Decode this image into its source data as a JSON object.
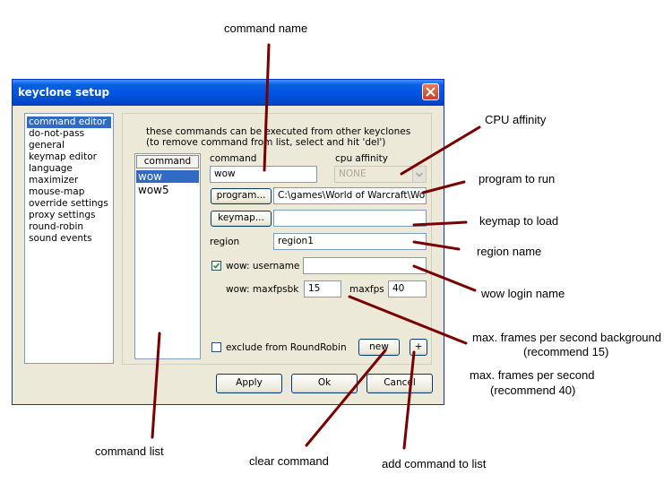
{
  "window": {
    "title": "keyclone setup"
  },
  "nav": {
    "items": [
      {
        "label": "command editor",
        "selected": true
      },
      {
        "label": "do-not-pass"
      },
      {
        "label": "general"
      },
      {
        "label": "keymap editor"
      },
      {
        "label": "language"
      },
      {
        "label": "maximizer"
      },
      {
        "label": "mouse-map"
      },
      {
        "label": "override settings"
      },
      {
        "label": "proxy settings"
      },
      {
        "label": "round-robin"
      },
      {
        "label": "sound events"
      }
    ]
  },
  "editor": {
    "info_line1": "these commands can be executed from other keyclones",
    "info_line2": "(to remove command from list, select and hit 'del')",
    "list_header": "command",
    "commands": [
      {
        "label": "wow",
        "selected": true
      },
      {
        "label": "wow5"
      }
    ],
    "command_label": "command",
    "command_value": "wow",
    "cpu_affinity_label": "cpu affinity",
    "cpu_affinity_value": "NONE",
    "program_button": "program...",
    "program_value": "C:\\games\\World of Warcraft\\Wov",
    "keymap_button": "keymap...",
    "keymap_value": "",
    "region_label": "region",
    "region_value": "region1",
    "username_checkbox_label": "wow: username",
    "username_checked": true,
    "username_value": "",
    "maxfpsbk_label": "wow: maxfpsbk",
    "maxfpsbk_value": "15",
    "maxfps_label": "maxfps",
    "maxfps_value": "40",
    "exclude_label": "exclude from RoundRobin",
    "exclude_checked": false,
    "new_button": "new",
    "plus_button": "+"
  },
  "footer": {
    "apply": "Apply",
    "ok": "Ok",
    "cancel": "Cancel"
  },
  "annotations": {
    "command_name": "command name",
    "cpu_affinity": "CPU affinity",
    "program_to_run": "program to run",
    "keymap_to_load": "keymap to load",
    "region_name": "region name",
    "wow_login_name": "wow login name",
    "maxfps_bg_line1": "max. frames per second background",
    "maxfps_bg_line2": "(recommend 15)",
    "maxfps_line1": "max. frames per second",
    "maxfps_line2": "(recommend 40)",
    "command_list": "command list",
    "clear_command": "clear command",
    "add_command": "add command to list"
  },
  "colors": {
    "titlebar": "#0054e3",
    "dialog_bg": "#ece9d8",
    "selection": "#316ac5",
    "annotation_line": "#7a0000"
  }
}
